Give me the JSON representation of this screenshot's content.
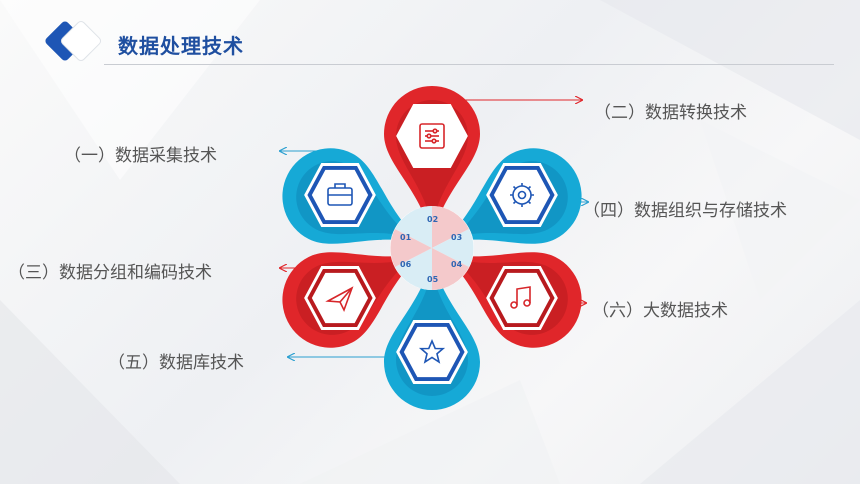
{
  "header": {
    "title": "数据处理技术"
  },
  "petals": [
    {
      "num": "01",
      "label": "（一）数据采集技术",
      "icon": "briefcase-icon"
    },
    {
      "num": "02",
      "label": "（二）数据转换技术",
      "icon": "sliders-icon"
    },
    {
      "num": "03",
      "label": "（四）数据组织与存储技术",
      "icon": "gear-icon"
    },
    {
      "num": "04",
      "label": "（六）大数据技术",
      "icon": "music-note-icon"
    },
    {
      "num": "05",
      "label": "（五）数据库技术",
      "icon": "star-icon"
    },
    {
      "num": "06",
      "label": "（三）数据分组和编码技术",
      "icon": "paper-plane-icon"
    }
  ],
  "colors": {
    "red": "#e0262a",
    "darkred": "#a3161a",
    "cyan": "#16a9d6",
    "navy": "#1e56b5",
    "title": "#1f4fa0"
  }
}
